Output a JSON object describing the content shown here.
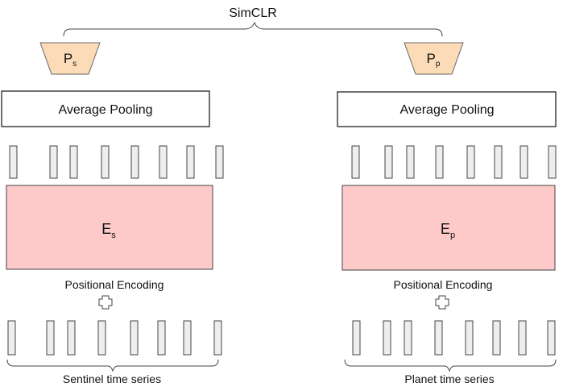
{
  "title": "SimCLR",
  "colors": {
    "projector_fill": "#fcdcb8",
    "encoder_fill": "#fdc9c9",
    "token_fill": "#eeeeee",
    "stroke": "#444444"
  },
  "branches": [
    {
      "projector": {
        "main": "P",
        "sub": "s"
      },
      "pooling_label": "Average Pooling",
      "encoder": {
        "main": "E",
        "sub": "s"
      },
      "positional_encoding_label": "Positional Encoding",
      "plus_icon": "plus-icon",
      "series_label": "Sentinel time series",
      "token_count": 8
    },
    {
      "projector": {
        "main": "P",
        "sub": "p"
      },
      "pooling_label": "Average Pooling",
      "encoder": {
        "main": "E",
        "sub": "p"
      },
      "positional_encoding_label": "Positional Encoding",
      "plus_icon": "plus-icon",
      "series_label": "Planet time series",
      "token_count": 8
    }
  ]
}
